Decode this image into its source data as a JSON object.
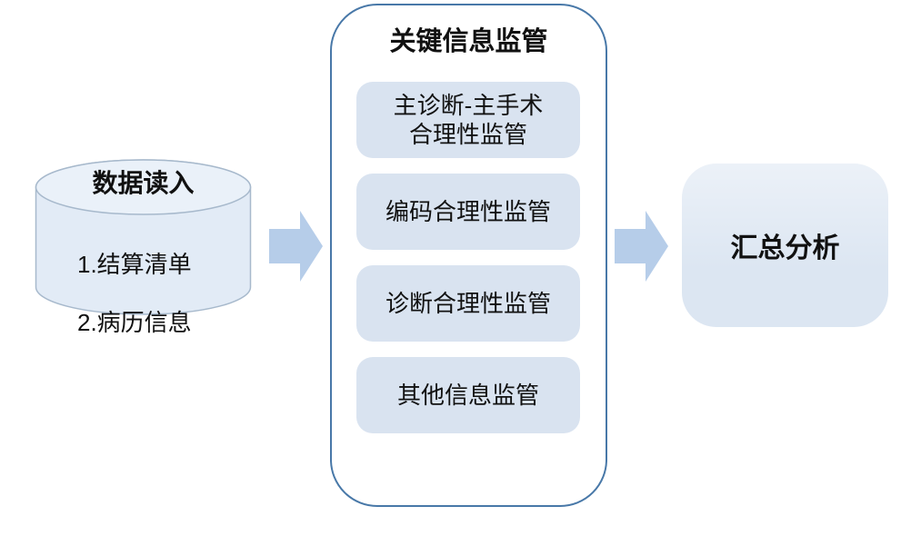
{
  "diagram": {
    "source": {
      "title": "数据读入",
      "items": [
        "1.结算清单",
        "2.病历信息"
      ]
    },
    "process": {
      "title": "关键信息监管",
      "steps": [
        "主诊断-主手术\n合理性监管",
        "编码合理性监管",
        "诊断合理性监管",
        "其他信息监管"
      ]
    },
    "result": {
      "title": "汇总分析"
    },
    "colors": {
      "cylinder_fill": "#e2ebf6",
      "cylinder_top_fill": "#eaf1f9",
      "cylinder_stroke": "#a7b9cc",
      "panel_border": "#4878a8",
      "panel_fill": "#ffffff",
      "step_fill": "#d9e3f0",
      "result_fill": "#dce6f2",
      "arrow_fill": "#b6cde9",
      "text": "#111111"
    }
  }
}
